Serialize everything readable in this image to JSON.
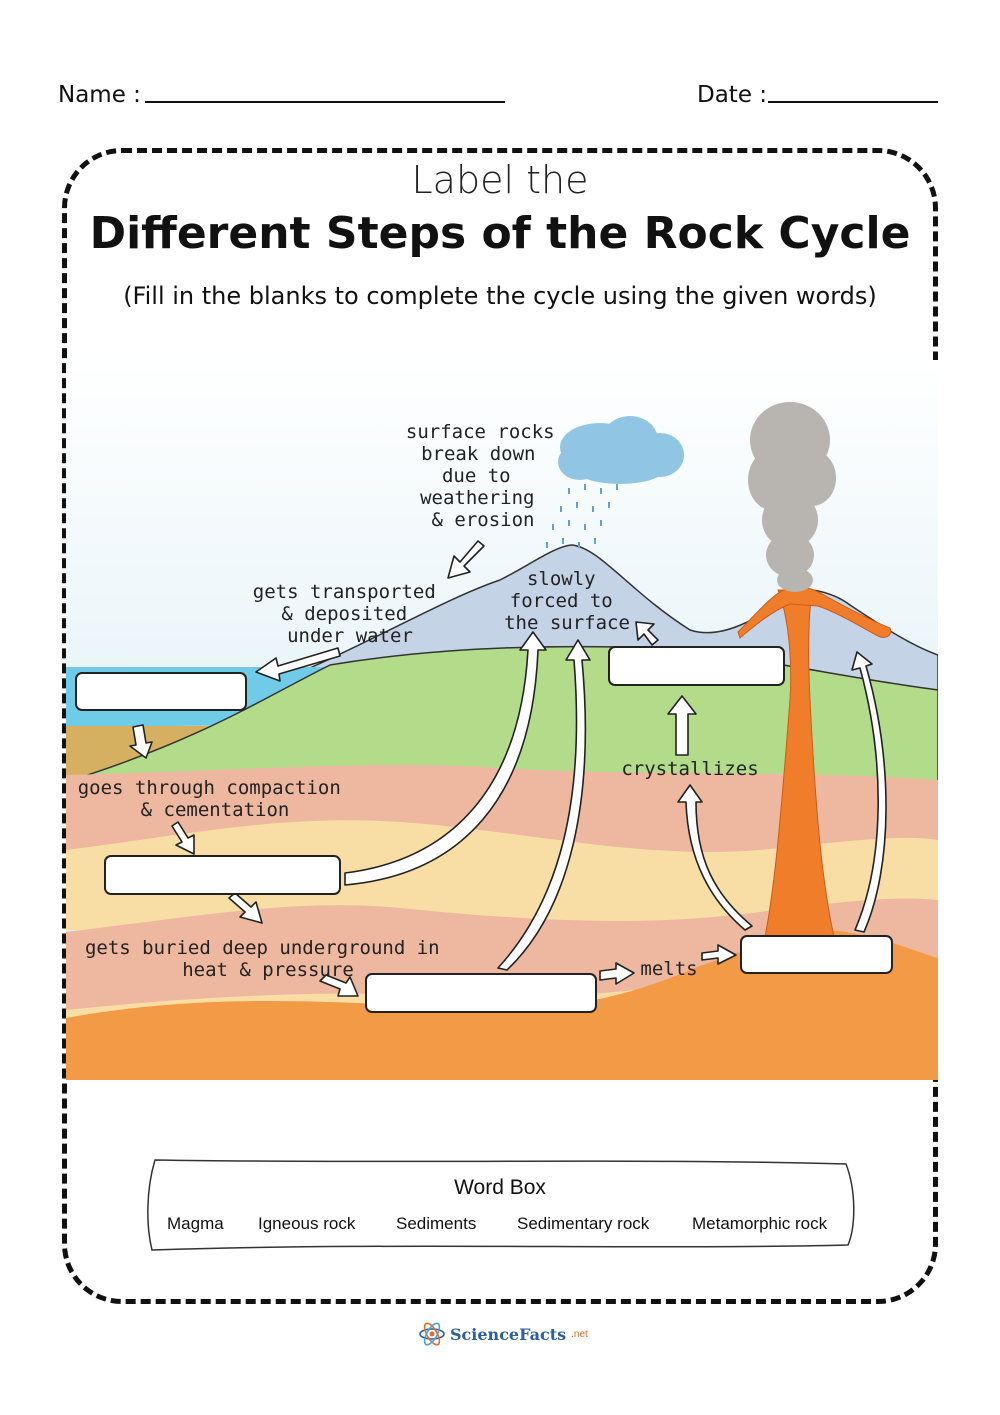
{
  "header": {
    "name_label": "Name :",
    "date_label": "Date :"
  },
  "title": {
    "line1": "Label the",
    "line2": "Different Steps of the Rock Cycle",
    "line3": "(Fill in the blanks to complete the cycle using the given words)"
  },
  "labels": {
    "weathering": [
      "surface rocks",
      "break down",
      "due to",
      "weathering",
      "& erosion"
    ],
    "transported": [
      "gets transported",
      "& deposited",
      "under water"
    ],
    "slowly": [
      "slowly",
      "forced to",
      "the surface"
    ],
    "compaction": [
      "goes through compaction",
      "& cementation"
    ],
    "buried": [
      "gets buried deep underground in",
      "heat & pressure"
    ],
    "crystallizes": "crystallizes",
    "melts": "melts"
  },
  "word_box": {
    "title": "Word Box",
    "words": [
      "Magma",
      "Igneous rock",
      "Sediments",
      "Sedimentary rock",
      "Metamorphic rock"
    ]
  },
  "logo": {
    "text": "ScienceFacts",
    "suffix": ".net"
  },
  "colors": {
    "sky": "#cfe8f1",
    "water": "#6fcbe8",
    "mountain": "#c5d3e6",
    "grass": "#b2dc8a",
    "salmon": "#eeb8a0",
    "cream": "#f8dea4",
    "magma": "#f39a46",
    "lava": "#f07d2a",
    "smoke": "#b8b4b0",
    "cloud": "#90c6e4",
    "sand": "#d6b061"
  }
}
